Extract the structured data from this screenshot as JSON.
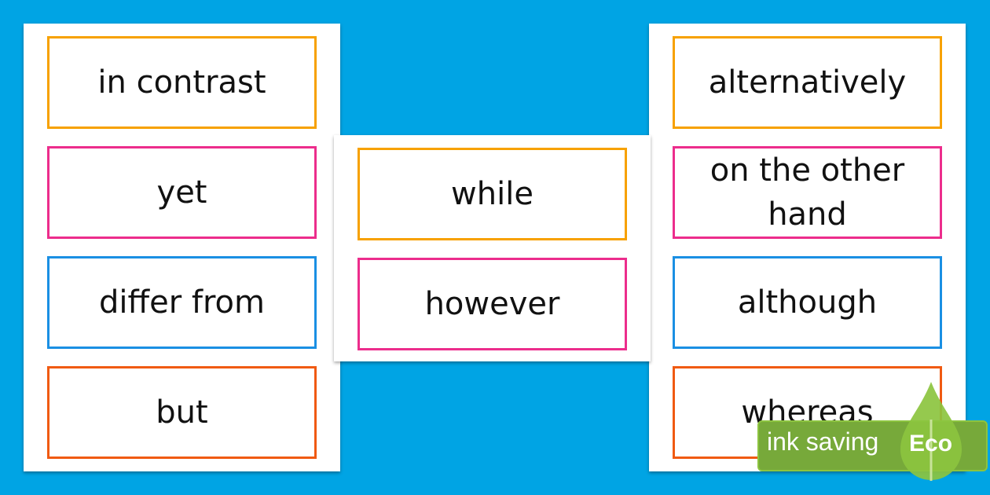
{
  "colors": {
    "background": "#00a4e4",
    "orange": "#f7a100",
    "pink": "#ec2d8c",
    "blue": "#1a8fe3",
    "red": "#f05a12",
    "eco_green": "#77a93a"
  },
  "left_sheet": {
    "cards": [
      {
        "text": "in contrast",
        "color": "orange"
      },
      {
        "text": "yet",
        "color": "pink"
      },
      {
        "text": "differ from",
        "color": "blue"
      },
      {
        "text": "but",
        "color": "red"
      }
    ]
  },
  "middle_sheet": {
    "cards": [
      {
        "text": "while",
        "color": "orange"
      },
      {
        "text": "however",
        "color": "pink"
      }
    ]
  },
  "right_sheet": {
    "cards": [
      {
        "text": "alternatively",
        "color": "orange"
      },
      {
        "text": "on the other hand",
        "color": "pink"
      },
      {
        "text": "although",
        "color": "blue"
      },
      {
        "text": "whereas",
        "color": "red"
      }
    ]
  },
  "badge": {
    "label": "ink saving",
    "eco": "Eco",
    "icon": "leaf-drop-icon"
  }
}
